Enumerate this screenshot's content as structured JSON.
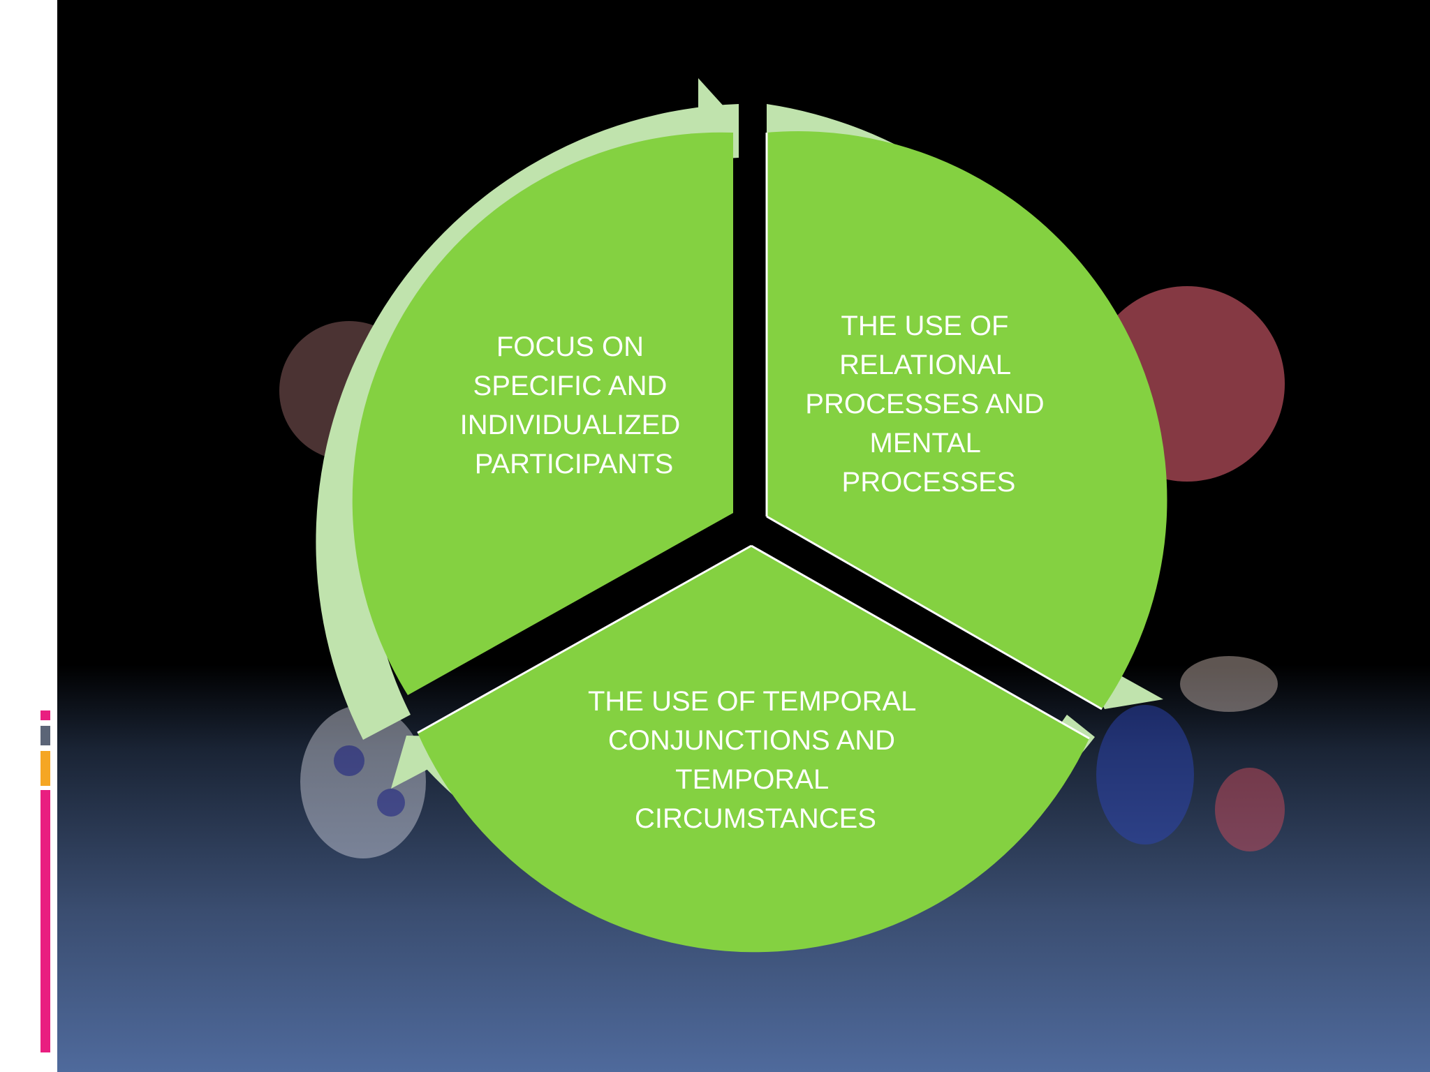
{
  "segments": [
    {
      "lines": [
        "FOCUS ON",
        "SPECIFIC AND",
        "INDIVIDUALIZED",
        "PARTICIPANTS"
      ]
    },
    {
      "lines": [
        "THE USE OF",
        "RELATIONAL",
        "PROCESSES AND",
        "MENTAL",
        "PROCESSES"
      ]
    },
    {
      "lines": [
        "THE USE OF TEMPORAL",
        "CONJUNCTIONS AND",
        "TEMPORAL",
        "CIRCUMSTANCES"
      ]
    }
  ],
  "colors": {
    "segment_fill": "#84d141",
    "arrow_ring": "#c0e3ad",
    "slide_bg_top": "#000000",
    "slide_bg_bottom": "#4f6a9c",
    "accent_pink": "#e91e80",
    "accent_slate": "#5b6577",
    "accent_orange": "#f5a623",
    "label_text": "#ffffff"
  },
  "icons": {
    "slide_icon": "vertical-bars-icon"
  }
}
